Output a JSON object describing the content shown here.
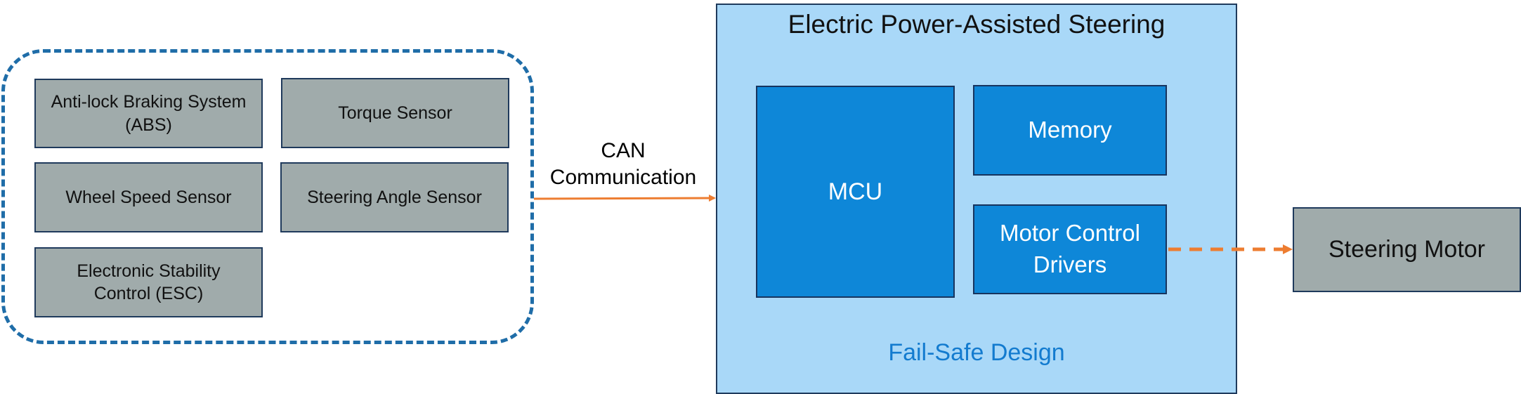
{
  "sensors": {
    "abs": "Anti-lock Braking System\n(ABS)",
    "torque": "Torque Sensor",
    "wheel_speed": "Wheel Speed Sensor",
    "steering_angle": "Steering Angle Sensor",
    "esc": "Electronic Stability\nControl (ESC)"
  },
  "can_label": "CAN\nCommunication",
  "eps": {
    "title": "Electric Power-Assisted Steering",
    "mcu": "MCU",
    "memory": "Memory",
    "motor_drivers": "Motor Control\nDrivers",
    "failsafe": "Fail-Safe Design"
  },
  "steering_motor": "Steering Motor",
  "colors": {
    "sensor_fill": "#a0abab",
    "group_border": "#1f6da8",
    "eps_fill": "#a9d8f8",
    "module_fill": "#0e87d8",
    "failsafe_text": "#137bcf",
    "arrow": "#ed7d31"
  }
}
